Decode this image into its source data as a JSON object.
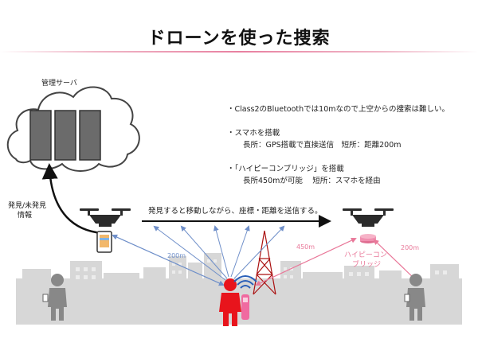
{
  "title": "ドローンを使った捜索",
  "server": {
    "label": "管理サーバ"
  },
  "notes": [
    {
      "bullet": "・",
      "line1": "Class2のBluetoothでは10mなので上空からの捜索は難しい。",
      "line2": ""
    },
    {
      "bullet": "・",
      "line1": "スマホを搭載",
      "line2": "長所：GPS搭載で直接送信　短所：距離200m"
    },
    {
      "bullet": "・",
      "line1": "「ハイピーコンブリッジ」を搭載",
      "line2": "長所450mが可能　 短所：スマホを経由"
    }
  ],
  "labels": {
    "found_info_line1": "発見/未発見",
    "found_info_line2": "情報",
    "flight_note": "発見すると移動しながら、座標・距離を送信する。",
    "dist_left": "200m",
    "dist_mid": "450m",
    "dist_right": "200m",
    "bridge_line1": "ハイピーコン",
    "bridge_line2": "ブリッジ"
  },
  "colors": {
    "blue_link": "#6f8fc9",
    "pink_link": "#e9799a",
    "victim": "#e8141c",
    "beacon": "#f06aa0",
    "city": "#d7d7d7",
    "person": "#888888"
  }
}
